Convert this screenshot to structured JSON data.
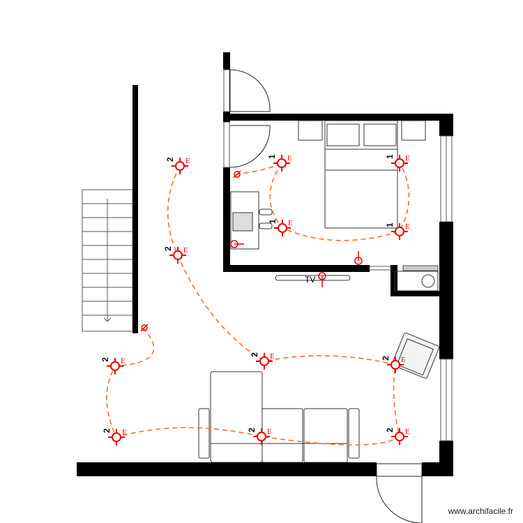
{
  "plan": {
    "tv_label": "TV",
    "watermark": "www.archifacile.fr",
    "colors": {
      "wall": "#000000",
      "fixture": "#e00000",
      "wiring": "#f07030",
      "furniture": "#333333"
    },
    "bedroom_fixtures": [
      {
        "circuit": "1",
        "tag": "E",
        "icon": "ceiling-light-icon"
      },
      {
        "circuit": "1",
        "tag": "E",
        "icon": "ceiling-light-icon"
      },
      {
        "circuit": "1",
        "tag": "E",
        "icon": "ceiling-light-icon"
      },
      {
        "circuit": "1",
        "tag": "E",
        "icon": "ceiling-light-icon"
      }
    ],
    "living_fixtures": [
      {
        "circuit": "2",
        "tag": "E",
        "icon": "ceiling-light-icon"
      },
      {
        "circuit": "2",
        "tag": "E",
        "icon": "ceiling-light-icon"
      },
      {
        "circuit": "2",
        "tag": "E",
        "icon": "ceiling-light-icon"
      },
      {
        "circuit": "2",
        "tag": "E",
        "icon": "ceiling-light-icon"
      },
      {
        "circuit": "2",
        "tag": "E",
        "icon": "ceiling-light-icon"
      },
      {
        "circuit": "2",
        "tag": "E",
        "icon": "ceiling-light-icon"
      },
      {
        "circuit": "2",
        "tag": "E",
        "icon": "ceiling-light-icon"
      },
      {
        "circuit": "2",
        "tag": "E",
        "icon": "ceiling-light-icon"
      }
    ]
  }
}
